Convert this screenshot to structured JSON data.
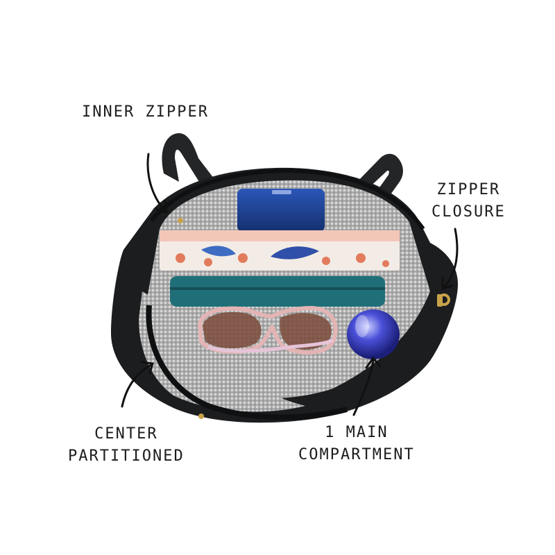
{
  "callouts": {
    "inner_zipper": {
      "lines": [
        "INNER ZIPPER"
      ]
    },
    "zipper_closure": {
      "lines": [
        "ZIPPER",
        "CLOSURE"
      ]
    },
    "center_partitioned": {
      "lines": [
        "CENTER",
        "PARTITIONED"
      ]
    },
    "main_compartment": {
      "lines": [
        "1 MAIN",
        "COMPARTMENT"
      ]
    }
  },
  "colors": {
    "bag": "#1b1d1f",
    "lining": "#9a9a9a",
    "wallet": "#1f6f78",
    "phone_case": "#1d3f8e",
    "sunglasses_frame": "#c8a0a0",
    "bottle": "#3b3fc4",
    "zipper_pull": "#c9a34a"
  },
  "icons": [
    "arrow-icon"
  ]
}
